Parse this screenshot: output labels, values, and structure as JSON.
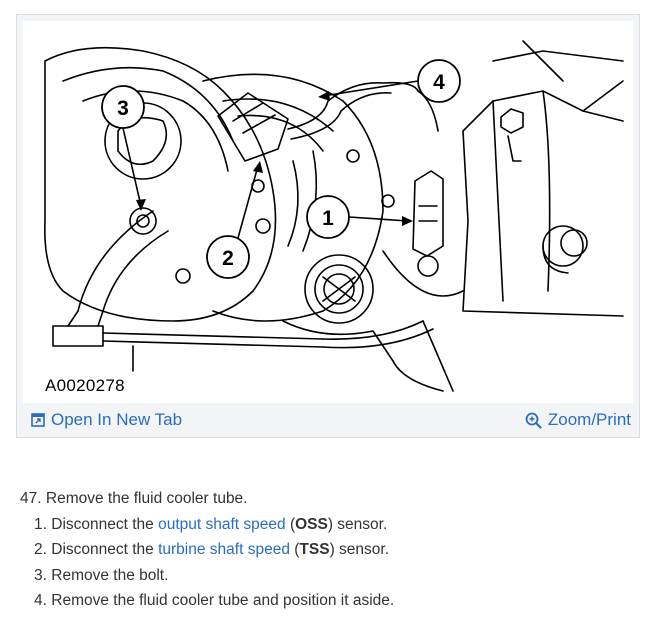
{
  "figure": {
    "id_label": "A0020278",
    "callouts": [
      "1",
      "2",
      "3",
      "4"
    ],
    "open_tab_label": "Open In New Tab",
    "zoom_label": "Zoom/Print",
    "open_tab_icon": "open-in-new-tab-icon",
    "zoom_icon": "zoom-icon",
    "link_color": "#2a6ebb"
  },
  "step": {
    "number": "47.",
    "title": "Remove the fluid cooler tube.",
    "substeps": [
      {
        "number": "1.",
        "pre": "Disconnect the ",
        "link": "output shaft speed",
        "mid": " (",
        "abbr": "OSS",
        "post": ") sensor."
      },
      {
        "number": "2.",
        "pre": "Disconnect the ",
        "link": "turbine shaft speed",
        "mid": " (",
        "abbr": "TSS",
        "post": ") sensor."
      },
      {
        "number": "3.",
        "text": "Remove the bolt."
      },
      {
        "number": "4.",
        "text": "Remove the fluid cooler tube and position it aside."
      }
    ]
  }
}
